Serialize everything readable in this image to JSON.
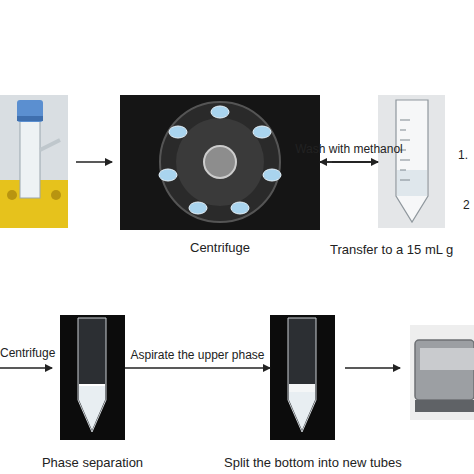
{
  "diagram": {
    "nodes": [
      {
        "text": [
          "Centrifuge"
        ]
      },
      {
        "text": [
          "Transfer to a 15 mL g"
        ]
      },
      {
        "text": [
          "Phase separation"
        ]
      },
      {
        "text": [
          "Split the bottom into new tubes"
        ]
      }
    ],
    "edges": [
      {
        "from": 0,
        "to": 1,
        "arrow": "to"
      },
      {
        "from": 1,
        "to": 0,
        "label": "Wash with methanol",
        "arrow": "to"
      },
      {
        "from": 2,
        "to": 3,
        "label": "Aspirate the upper phase",
        "arrow": "to"
      }
    ],
    "labels": [
      "Centrifuge",
      "1.",
      "2"
    ]
  }
}
